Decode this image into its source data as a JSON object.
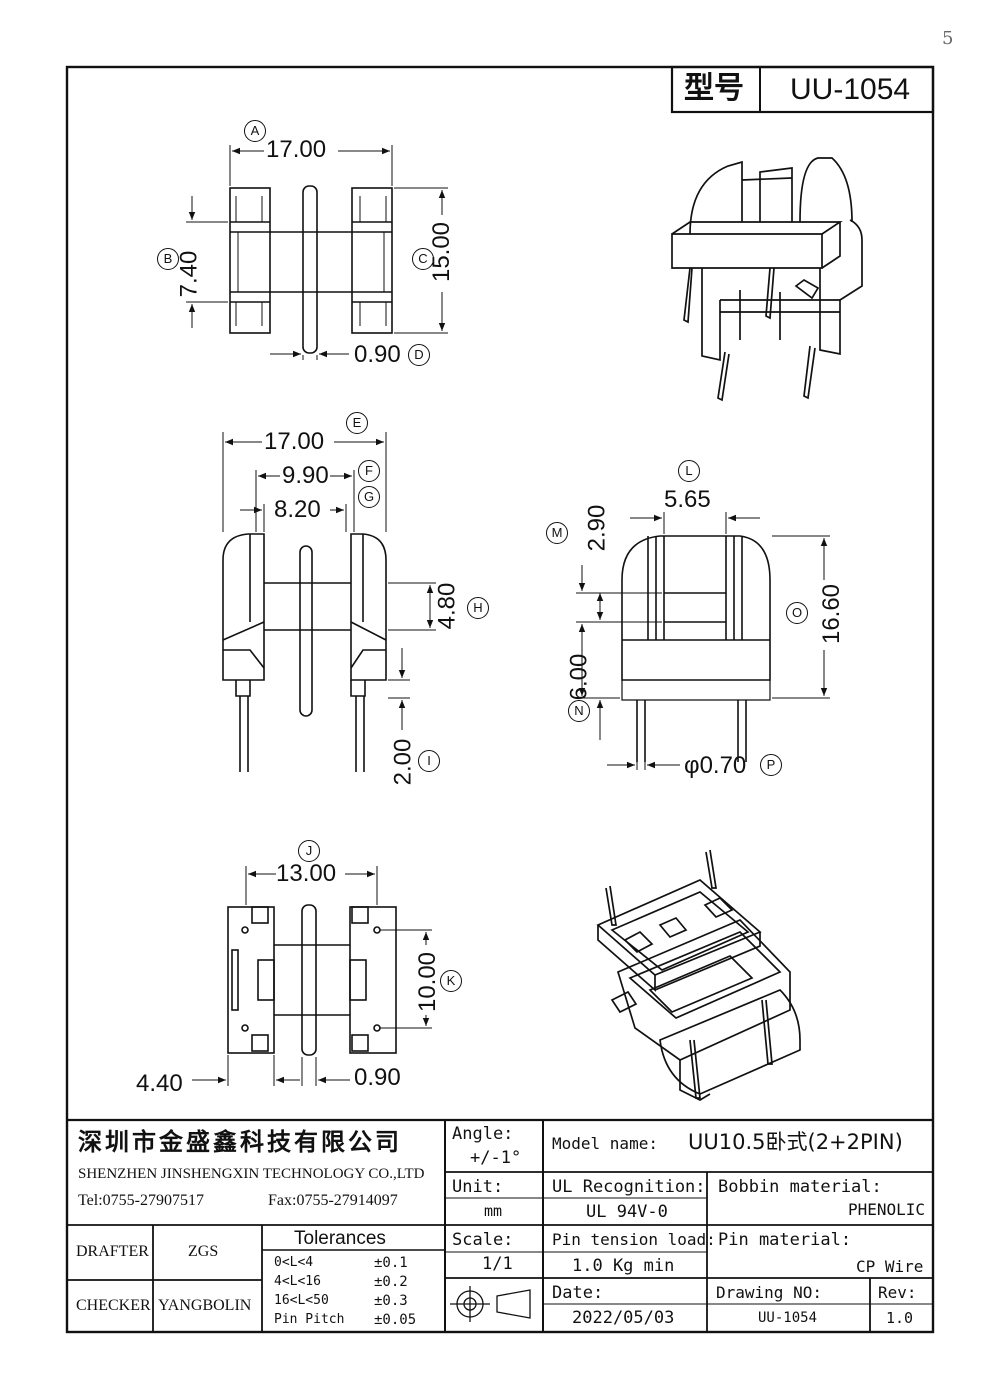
{
  "page_mark": "5",
  "header": {
    "model_label": "型号",
    "model_value": "UU-1054"
  },
  "dimensions": {
    "A": {
      "letter": "A",
      "value": "17.00"
    },
    "B": {
      "letter": "B",
      "value": "7.40"
    },
    "C": {
      "letter": "C",
      "value": "15.00"
    },
    "D": {
      "letter": "D",
      "value": "0.90"
    },
    "E": {
      "letter": "E",
      "value": "17.00"
    },
    "F": {
      "letter": "F",
      "value": "9.90"
    },
    "G": {
      "letter": "G",
      "value": "8.20"
    },
    "H": {
      "letter": "H",
      "value": "4.80"
    },
    "I": {
      "letter": "I",
      "value": "2.00"
    },
    "J": {
      "letter": "J",
      "value": "13.00"
    },
    "K": {
      "letter": "K",
      "value": "10.00"
    },
    "L": {
      "letter": "L",
      "value": "5.65"
    },
    "M": {
      "letter": "M",
      "value": "2.90"
    },
    "N": {
      "letter": "N",
      "value": "6.00"
    },
    "O": {
      "letter": "O",
      "value": "16.60"
    },
    "P": {
      "letter": "P",
      "value": "φ0.70"
    },
    "bottom_left": {
      "value": "4.40"
    },
    "bottom_right": {
      "value": "0.90"
    }
  },
  "title_block": {
    "company_cn": "深圳市金盛鑫科技有限公司",
    "company_en": "SHENZHEN JINSHENGXIN TECHNOLOGY CO.,LTD",
    "tel": "Tel:0755-27907517",
    "fax": "Fax:0755-27914097",
    "angle_label": "Angle:",
    "angle_value": "+/-1°",
    "unit_label": "Unit:",
    "unit_value": "mm",
    "scale_label": "Scale:",
    "scale_value": "1/1",
    "model_name_label": "Model name:",
    "model_name_value": "UU10.5卧式(2+2PIN)",
    "ul_label": "UL Recognition:",
    "ul_value": "UL 94V-0",
    "bobbin_label": "Bobbin material:",
    "bobbin_value": "PHENOLIC",
    "pin_tension_label": "Pin tension load:",
    "pin_tension_value": "1.0 Kg min",
    "pin_material_label": "Pin material:",
    "pin_material_value": "CP Wire",
    "date_label": "Date:",
    "date_value": "2022/05/03",
    "drawing_no_label": "Drawing NO:",
    "drawing_no_value": "UU-1054",
    "rev_label": "Rev:",
    "rev_value": "1.0",
    "drafter_label": "DRAFTER",
    "drafter_value": "ZGS",
    "checker_label": "CHECKER",
    "checker_value": "YANGBOLIN",
    "tolerances_title": "Tolerances",
    "tolerances": [
      {
        "range": "0<L<4",
        "tol": "±0.1"
      },
      {
        "range": "4<L<16",
        "tol": "±0.2"
      },
      {
        "range": "16<L<50",
        "tol": "±0.3"
      },
      {
        "range": "Pin Pitch",
        "tol": "±0.05"
      }
    ]
  }
}
